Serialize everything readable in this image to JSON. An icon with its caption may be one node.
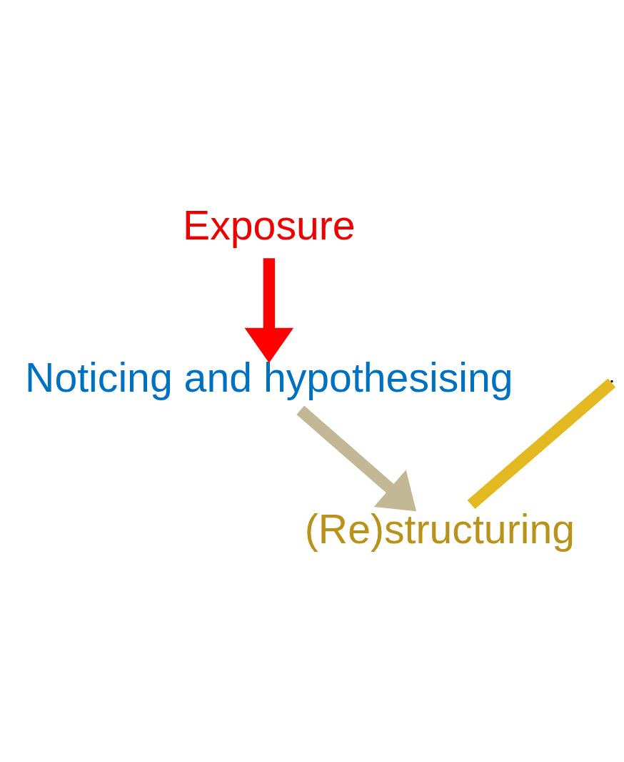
{
  "diagram": {
    "nodes": [
      {
        "text": [
          "Exposure"
        ]
      },
      {
        "text": [
          "Noticing and hypothesising"
        ]
      },
      {
        "text": [
          "(Re)structuring"
        ]
      }
    ],
    "edges": [
      {
        "from": 0,
        "to": 1,
        "arrow": "to",
        "color": "#ff0000"
      },
      {
        "from": 1,
        "to": 2,
        "arrow": "to",
        "color": "#c2b896"
      },
      {
        "from": null,
        "to": 2,
        "arrow": "none",
        "color": "#e3b820"
      }
    ]
  }
}
